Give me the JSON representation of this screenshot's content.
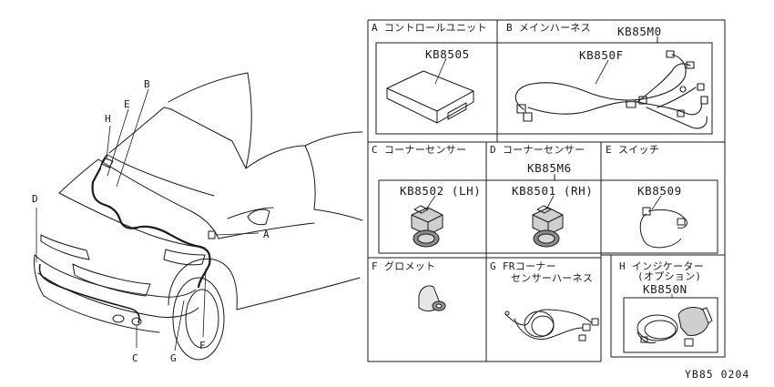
{
  "callouts": {
    "a": "A",
    "b": "B",
    "c": "C",
    "d": "D",
    "e": "E",
    "f": "F",
    "g": "G",
    "h": "H"
  },
  "sections": {
    "a": {
      "label": "A コントロールユニット",
      "part": "KB8505"
    },
    "b": {
      "label": "B メインハーネス",
      "kit": "KB85M0",
      "part": "KB850F"
    },
    "c": {
      "label": "C コーナーセンサー",
      "part": "KB8502 (LH)"
    },
    "d": {
      "label": "D コーナーセンサー",
      "kit": "KB85M6",
      "part": "KB8501 (RH)"
    },
    "e": {
      "label": "E スイッチ",
      "part": "KB8509"
    },
    "f": {
      "label": "F グロメット"
    },
    "g": {
      "label1": "G FRコーナー",
      "label2": "センサーハーネス"
    },
    "h": {
      "label1": "H インジケーター",
      "label2": "(オプション)",
      "part": "KB850N"
    }
  },
  "diagram_code": "YB85 0204"
}
